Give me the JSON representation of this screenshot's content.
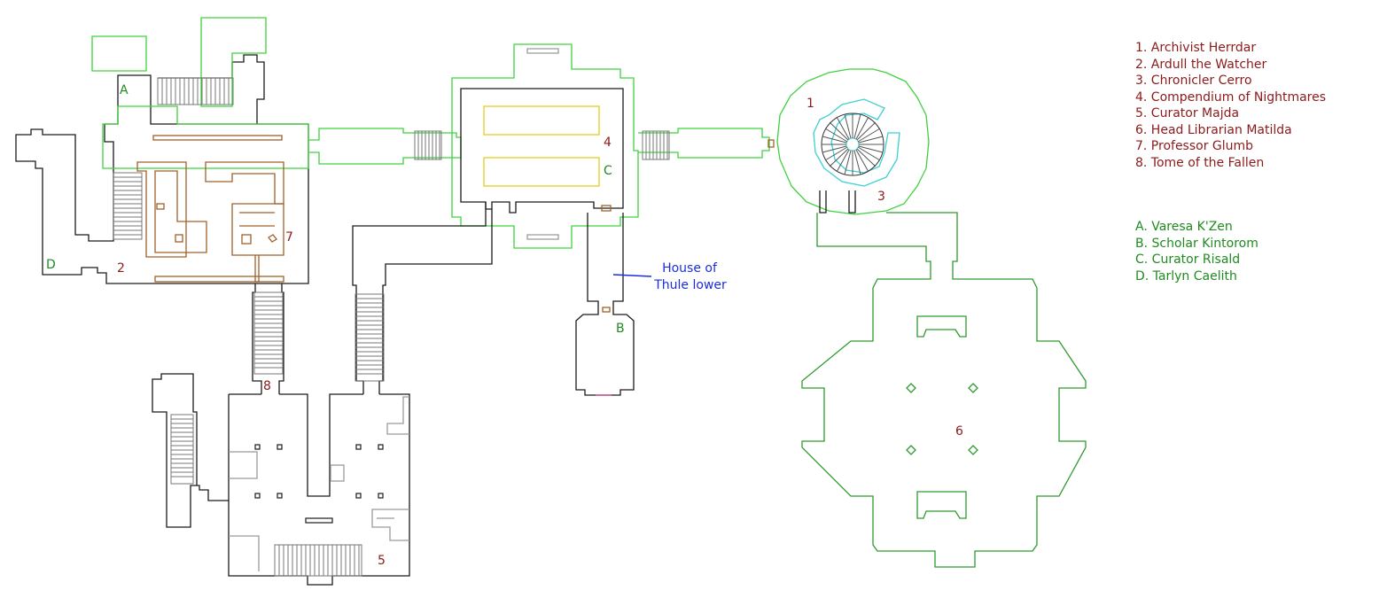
{
  "colors": {
    "npc_red": "#8b1a1a",
    "npc_green": "#1f8a1f",
    "wall_black": "#1a1a1a",
    "wall_green": "#3ed23e",
    "wall_darkgreen": "#2e9a2e",
    "wall_brown": "#a0602a",
    "wall_gray": "#9a9a9a",
    "wall_yellow": "#e0d020",
    "wall_cyan": "#3cd0d0",
    "note_blue": "#1a2ee0"
  },
  "legend_numbered": [
    "1. Archivist Herrdar",
    "2. Ardull the Watcher",
    "3. Chronicler Cerro",
    "4. Compendium of Nightmares",
    "5. Curator Majda",
    "6. Head Librarian Matilda",
    "7. Professor Glumb",
    "8. Tome of the Fallen"
  ],
  "legend_lettered": [
    "A. Varesa K'Zen",
    "B. Scholar Kintorom",
    "C. Curator Risald",
    "D. Tarlyn Caelith"
  ],
  "markers": {
    "m1": "1",
    "m2": "2",
    "m3": "3",
    "m4": "4",
    "m5": "5",
    "m6": "6",
    "m7": "7",
    "m8": "8",
    "mA": "A",
    "mB": "B",
    "mC": "C",
    "mD": "D"
  },
  "annotation": {
    "line1": "House of",
    "line2": "Thule lower"
  }
}
